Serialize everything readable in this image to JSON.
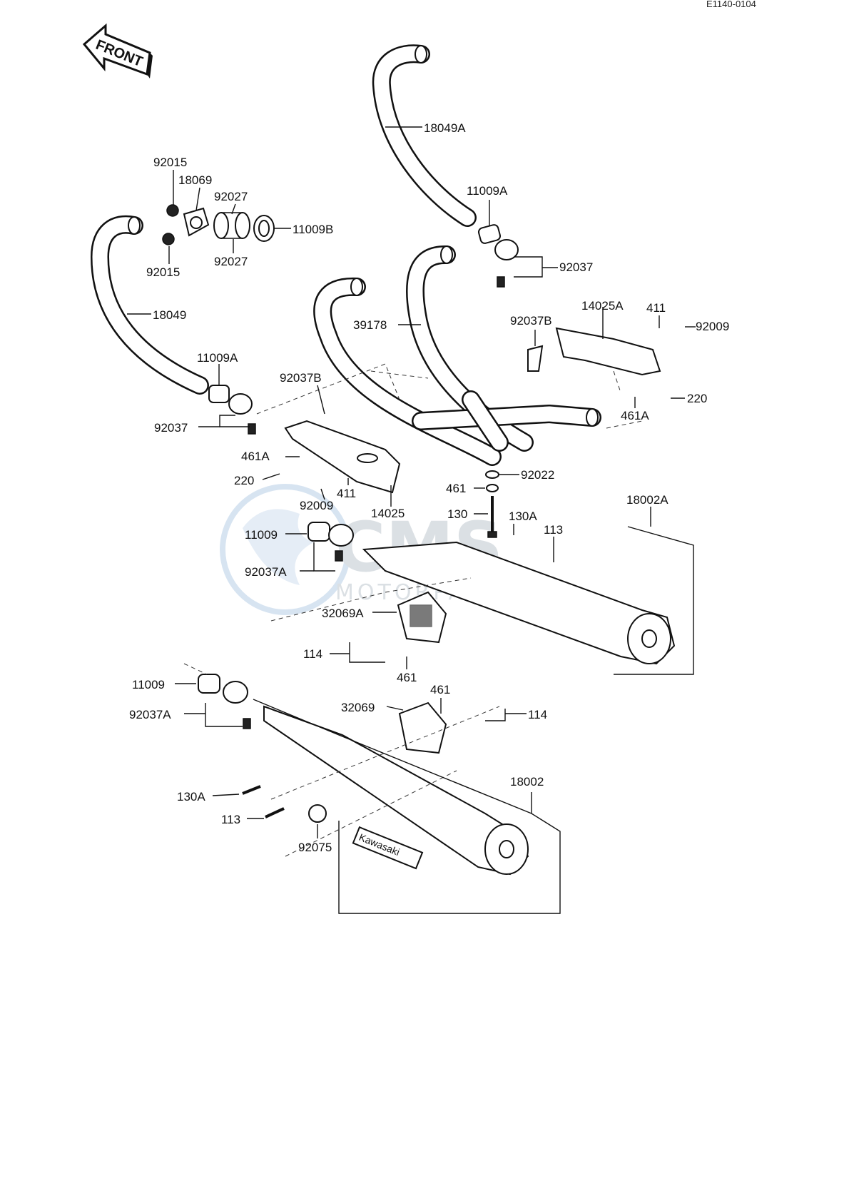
{
  "diagram": {
    "code": "E1140-0104",
    "front_label": "FRONT",
    "muffler_badge": "Kawasaki",
    "watermark": {
      "brand": "CMS",
      "sub": "MOTORPARTS"
    },
    "labels": {
      "p18049A": "18049A",
      "p11009A_top": "11009A",
      "p92037_top": "92037",
      "p92015_a": "92015",
      "p18069": "18069",
      "p92027_a": "92027",
      "p11009B": "11009B",
      "p92015_b": "92015",
      "p92027_b": "92027",
      "p18049": "18049",
      "p39178": "39178",
      "p14025A": "14025A",
      "p411_top": "411",
      "p92009_top": "92009",
      "p92037B_right": "92037B",
      "p220_right": "220",
      "p461A_right": "461A",
      "p11009A_left": "11009A",
      "p92037B_left": "92037B",
      "p92037_left": "92037",
      "p461A_left": "461A",
      "p220_left": "220",
      "p92009_left": "92009",
      "p411_left": "411",
      "p14025": "14025",
      "p92022": "92022",
      "p461_mid": "461",
      "p130": "130",
      "p130A_mid": "130A",
      "p113_mid": "113",
      "p18002A": "18002A",
      "p11009_mid": "11009",
      "p92037A_mid": "92037A",
      "p32069A": "32069A",
      "p114_mid": "114",
      "p461_low": "461",
      "p11009_low": "11009",
      "p92037A_low": "92037A",
      "p32069": "32069",
      "p461_bot": "461",
      "p114_right": "114",
      "p130A_bot": "130A",
      "p113_bot": "113",
      "p92075": "92075",
      "p18002": "18002"
    }
  }
}
